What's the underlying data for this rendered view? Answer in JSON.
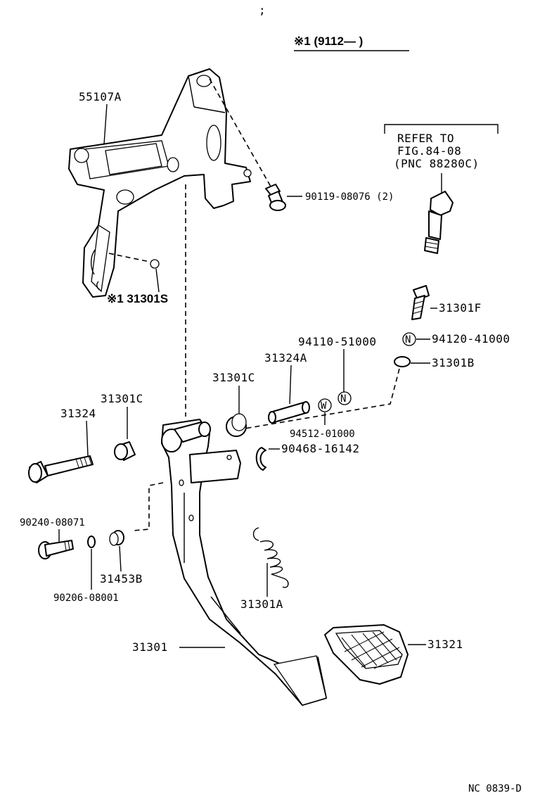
{
  "header": {
    "dot_mark": ";",
    "variant_note": "※1 (9112—       )"
  },
  "refer_box": {
    "line1": "REFER TO",
    "line2": "FIG.84-08",
    "line3": "(PNC 88280C)"
  },
  "parts": {
    "bracket": "55107A",
    "bolt_bracket": "90119-08076 (2)",
    "bracket_sub": "※1 31301S",
    "switch_bolt": "31301F",
    "nut_left": "94110-51000",
    "nut_right": "94120-41000",
    "cushion": "31301B",
    "collar_long": "31324A",
    "bushing_right": "31301C",
    "bushing_left": "31301C",
    "shaft_bolt": "31324",
    "washer_w": "94512-01000",
    "clip": "90468-16142",
    "small_bolt": "90240-08071",
    "washer_small": "90206-08001",
    "small_bushing": "31453B",
    "spring": "31301A",
    "pedal_arm": "31301",
    "pedal_pad": "31321"
  },
  "symbols": {
    "nut_mark": "N",
    "washer_mark": "W"
  },
  "footer": {
    "code": "NC 0839-D"
  }
}
